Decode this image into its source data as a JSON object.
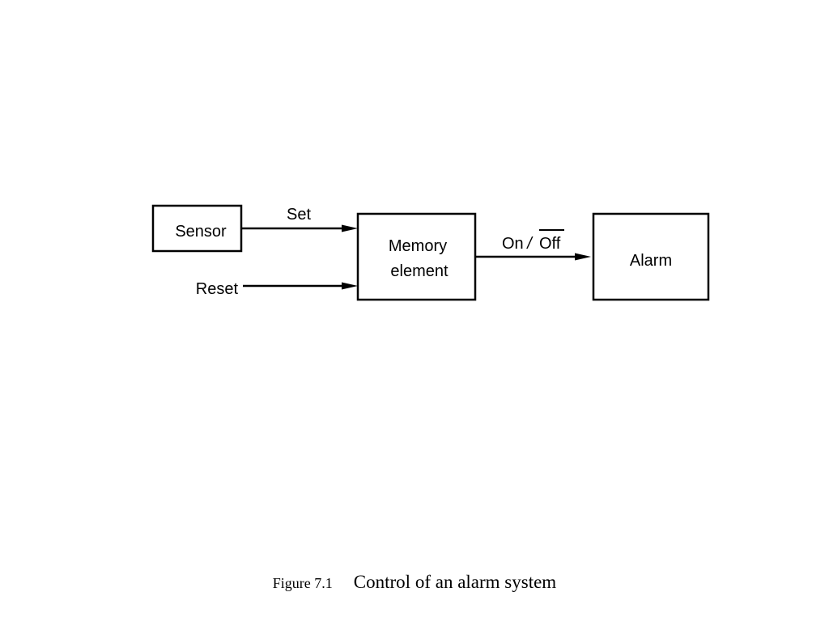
{
  "diagram": {
    "blocks": {
      "sensor": "Sensor",
      "memory_line1": "Memory",
      "memory_line2": "element",
      "alarm": "Alarm"
    },
    "signals": {
      "set": "Set",
      "reset": "Reset",
      "on": "On",
      "slash": "/",
      "off": "Off"
    }
  },
  "caption": {
    "figure_number": "Figure 7.1",
    "title": "Control of an alarm system"
  }
}
